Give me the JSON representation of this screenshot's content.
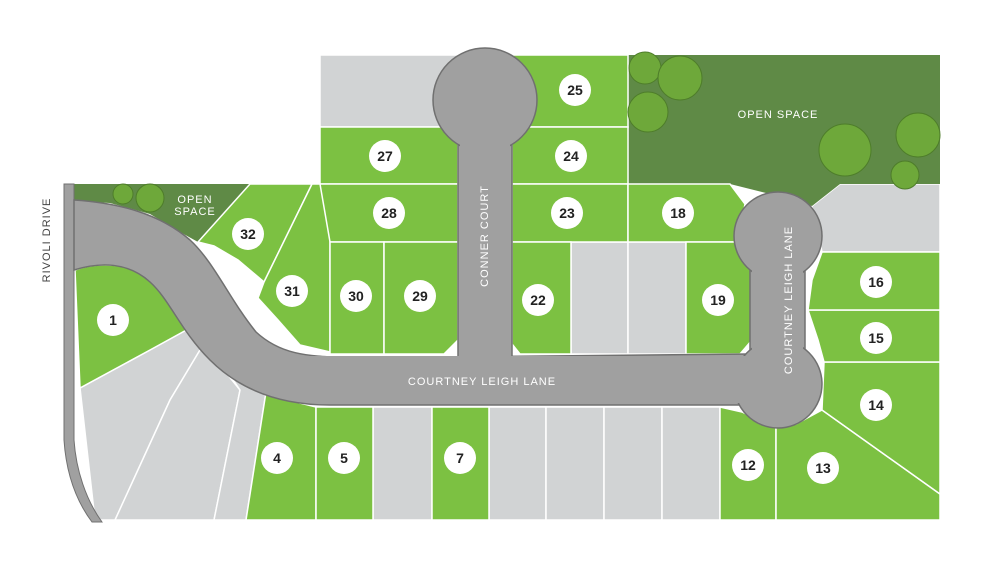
{
  "colors": {
    "available_lot": "#7cc142",
    "unavailable_lot": "#d1d3d4",
    "open_space": "#5f8a46",
    "road": "#a0a0a0",
    "road_edge": "#707070",
    "lot_line": "#ffffff",
    "marker_fill": "#ffffff",
    "tree": "#6ea83a"
  },
  "streets": {
    "main": "COURTNEY LEIGH LANE",
    "east": "COURTNEY LEIGH LANE",
    "cul_de_sac": "CONNER COURT",
    "west": "RIVOLI DRIVE"
  },
  "open_space": {
    "large": "OPEN SPACE",
    "small_line1": "OPEN",
    "small_line2": "SPACE"
  },
  "lots": {
    "l1": "1",
    "l4": "4",
    "l5": "5",
    "l7": "7",
    "l12": "12",
    "l13": "13",
    "l14": "14",
    "l15": "15",
    "l16": "16",
    "l18": "18",
    "l19": "19",
    "l22": "22",
    "l23": "23",
    "l24": "24",
    "l25": "25",
    "l27": "27",
    "l28": "28",
    "l29": "29",
    "l30": "30",
    "l31": "31",
    "l32": "32"
  }
}
